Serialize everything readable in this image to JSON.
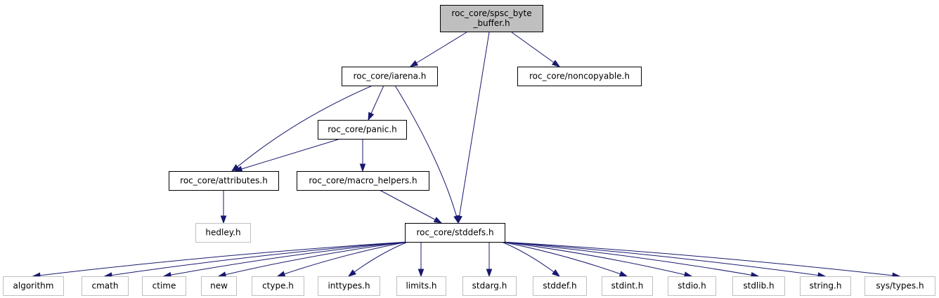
{
  "colors": {
    "edge": "#191970",
    "root_fill": "#bfbfbf",
    "root_border": "#000000",
    "local_border": "#000000",
    "system_border": "#bfbfbf"
  },
  "nodes": [
    {
      "id": "spsc_byte_buffer",
      "kind": "root",
      "lines": [
        "roc_core/spsc_byte",
        "_buffer.h"
      ]
    },
    {
      "id": "iarena",
      "kind": "local",
      "lines": [
        "roc_core/iarena.h"
      ]
    },
    {
      "id": "noncopyable",
      "kind": "local",
      "lines": [
        "roc_core/noncopyable.h"
      ]
    },
    {
      "id": "panic",
      "kind": "local",
      "lines": [
        "roc_core/panic.h"
      ]
    },
    {
      "id": "attributes",
      "kind": "local",
      "lines": [
        "roc_core/attributes.h"
      ]
    },
    {
      "id": "macro_helpers",
      "kind": "local",
      "lines": [
        "roc_core/macro_helpers.h"
      ]
    },
    {
      "id": "hedley",
      "kind": "system",
      "lines": [
        "hedley.h"
      ]
    },
    {
      "id": "stddefs",
      "kind": "local",
      "lines": [
        "roc_core/stddefs.h"
      ]
    },
    {
      "id": "algorithm",
      "kind": "system",
      "lines": [
        "algorithm"
      ]
    },
    {
      "id": "cmath",
      "kind": "system",
      "lines": [
        "cmath"
      ]
    },
    {
      "id": "ctime",
      "kind": "system",
      "lines": [
        "ctime"
      ]
    },
    {
      "id": "new",
      "kind": "system",
      "lines": [
        "new"
      ]
    },
    {
      "id": "ctype",
      "kind": "system",
      "lines": [
        "ctype.h"
      ]
    },
    {
      "id": "inttypes",
      "kind": "system",
      "lines": [
        "inttypes.h"
      ]
    },
    {
      "id": "limits",
      "kind": "system",
      "lines": [
        "limits.h"
      ]
    },
    {
      "id": "stdarg",
      "kind": "system",
      "lines": [
        "stdarg.h"
      ]
    },
    {
      "id": "stddef",
      "kind": "system",
      "lines": [
        "stddef.h"
      ]
    },
    {
      "id": "stdint",
      "kind": "system",
      "lines": [
        "stdint.h"
      ]
    },
    {
      "id": "stdio",
      "kind": "system",
      "lines": [
        "stdio.h"
      ]
    },
    {
      "id": "stdlib",
      "kind": "system",
      "lines": [
        "stdlib.h"
      ]
    },
    {
      "id": "string",
      "kind": "system",
      "lines": [
        "string.h"
      ]
    },
    {
      "id": "systypes",
      "kind": "system",
      "lines": [
        "sys/types.h"
      ]
    }
  ],
  "edges": [
    {
      "from": "spsc_byte_buffer",
      "to": "iarena"
    },
    {
      "from": "spsc_byte_buffer",
      "to": "stddefs"
    },
    {
      "from": "spsc_byte_buffer",
      "to": "noncopyable"
    },
    {
      "from": "iarena",
      "to": "panic"
    },
    {
      "from": "iarena",
      "to": "attributes"
    },
    {
      "from": "iarena",
      "to": "stddefs"
    },
    {
      "from": "panic",
      "to": "attributes"
    },
    {
      "from": "panic",
      "to": "macro_helpers"
    },
    {
      "from": "attributes",
      "to": "hedley"
    },
    {
      "from": "macro_helpers",
      "to": "stddefs"
    },
    {
      "from": "stddefs",
      "to": "algorithm"
    },
    {
      "from": "stddefs",
      "to": "cmath"
    },
    {
      "from": "stddefs",
      "to": "ctime"
    },
    {
      "from": "stddefs",
      "to": "new"
    },
    {
      "from": "stddefs",
      "to": "ctype"
    },
    {
      "from": "stddefs",
      "to": "inttypes"
    },
    {
      "from": "stddefs",
      "to": "limits"
    },
    {
      "from": "stddefs",
      "to": "stdarg"
    },
    {
      "from": "stddefs",
      "to": "stddef"
    },
    {
      "from": "stddefs",
      "to": "stdint"
    },
    {
      "from": "stddefs",
      "to": "stdio"
    },
    {
      "from": "stddefs",
      "to": "stdlib"
    },
    {
      "from": "stddefs",
      "to": "string"
    },
    {
      "from": "stddefs",
      "to": "systypes"
    }
  ]
}
